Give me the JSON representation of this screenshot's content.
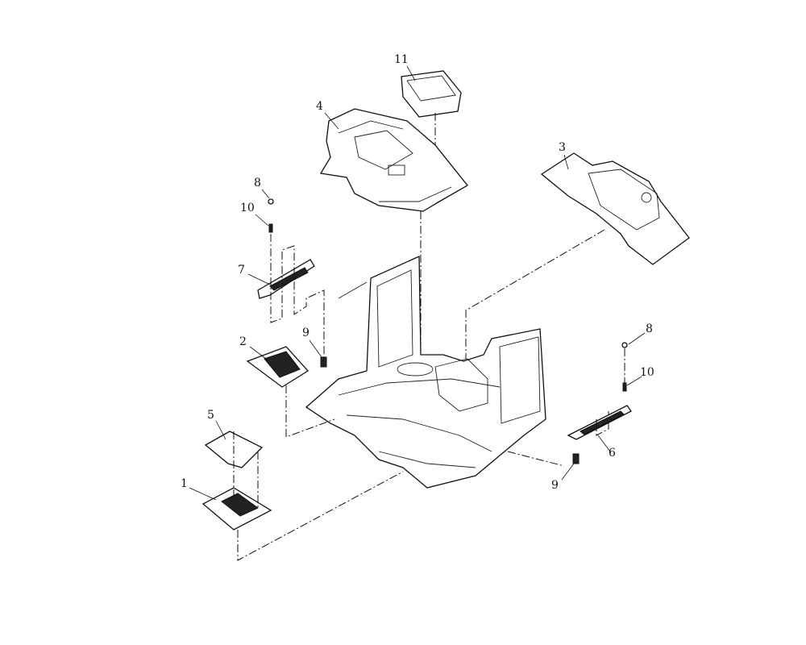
{
  "diagram": {
    "callouts": [
      {
        "id": "c11",
        "label": "11"
      },
      {
        "id": "c4",
        "label": "4"
      },
      {
        "id": "c3",
        "label": "3"
      },
      {
        "id": "c8a",
        "label": "8"
      },
      {
        "id": "c10a",
        "label": "10"
      },
      {
        "id": "c7",
        "label": "7"
      },
      {
        "id": "c9a",
        "label": "9"
      },
      {
        "id": "c2",
        "label": "2"
      },
      {
        "id": "c5",
        "label": "5"
      },
      {
        "id": "c1",
        "label": "1"
      },
      {
        "id": "c8b",
        "label": "8"
      },
      {
        "id": "c10b",
        "label": "10"
      },
      {
        "id": "c6",
        "label": "6"
      },
      {
        "id": "c9b",
        "label": "9"
      }
    ]
  }
}
